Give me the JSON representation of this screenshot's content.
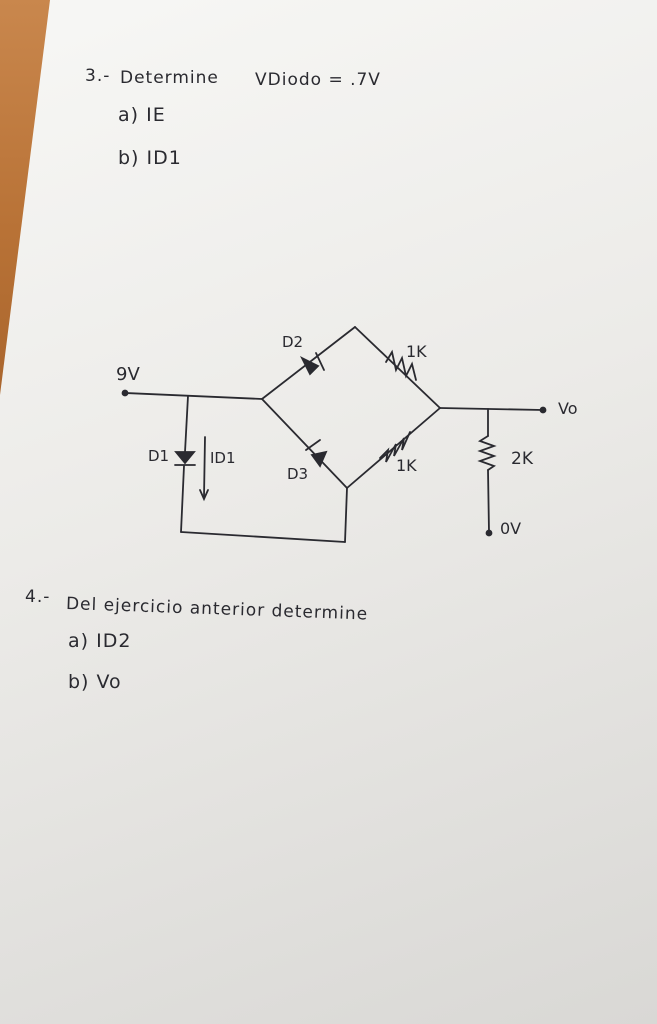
{
  "problem3": {
    "number": "3.-",
    "title": "Determine",
    "given": "VDiodo = .7V",
    "item_a": "a) IE",
    "item_b": "b) ID1"
  },
  "circuit": {
    "input_voltage": "9V",
    "d1": "D1",
    "id1_label": "ID1",
    "d2": "D2",
    "d3": "D3",
    "r_top": "1K",
    "r_bottom": "1K",
    "r_load": "2K",
    "output": "Vo",
    "ground": "0V"
  },
  "problem4": {
    "number": "4.-",
    "title": "Del ejercicio anterior determine",
    "item_a": "a) ID2",
    "item_b": "b) Vo"
  }
}
